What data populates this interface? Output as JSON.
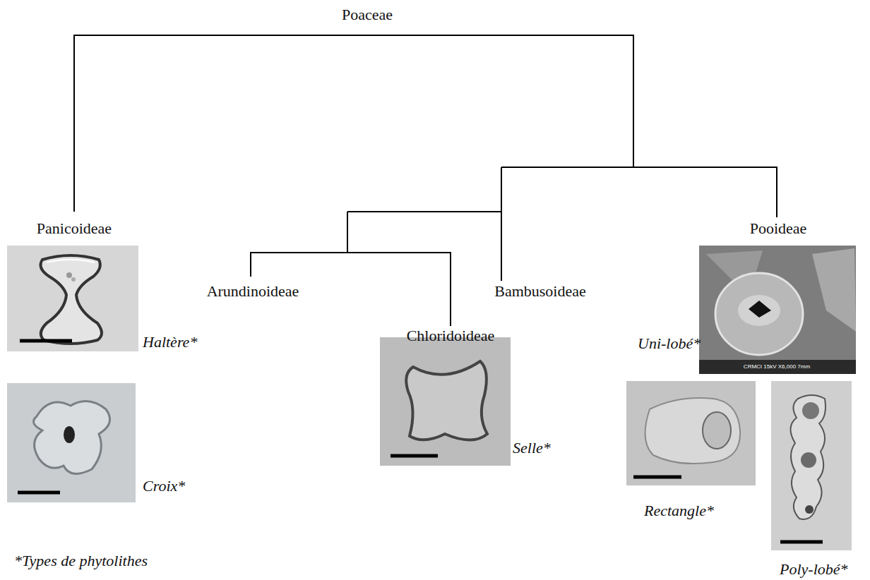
{
  "diagram": {
    "labels": [
      "Poaceae",
      "Panicoideae",
      "Arundinoideae",
      "Chloridoideae",
      "Bambusoideae",
      "Pooideae",
      "Haltère*",
      "Croix*",
      "Selle*",
      "Uni-lobé*",
      "Rectangle*",
      "Poly-lobé*",
      "*Types de phytolithes",
      "CRMCI 15kV X6,000 7mm"
    ]
  }
}
